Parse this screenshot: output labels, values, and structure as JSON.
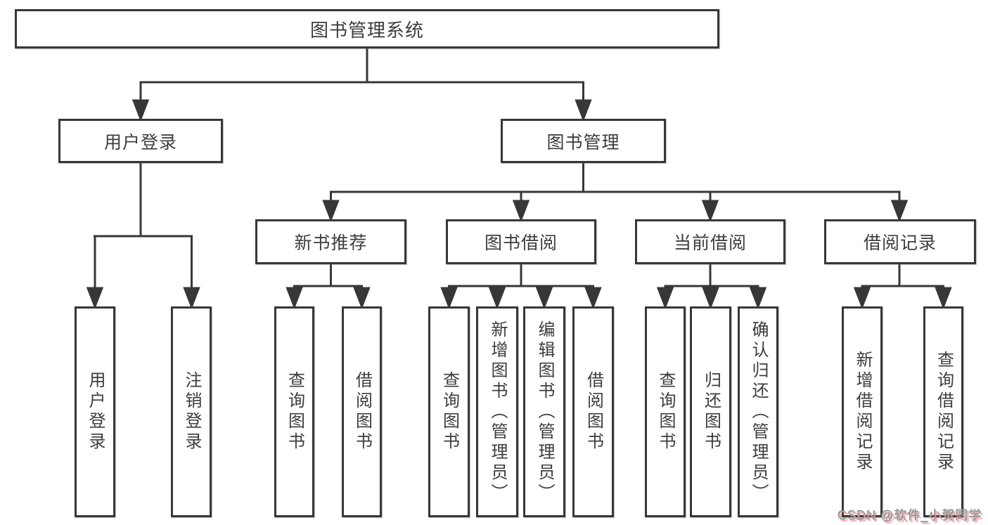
{
  "diagram": {
    "root": {
      "label": "图书管理系统"
    },
    "level2": [
      {
        "label": "用户登录"
      },
      {
        "label": "图书管理"
      }
    ],
    "level3": [
      {
        "label": "新书推荐"
      },
      {
        "label": "图书借阅"
      },
      {
        "label": "当前借阅"
      },
      {
        "label": "借阅记录"
      }
    ],
    "leaves": {
      "login": [
        "用户登录",
        "注销登录"
      ],
      "recommend": [
        "查询图书",
        "借阅图书"
      ],
      "borrow": [
        "查询图书",
        "新增图书（管理员）",
        "编辑图书（管理员）",
        "借阅图书"
      ],
      "current": [
        "查询图书",
        "归还图书",
        "确认归还（管理员）"
      ],
      "records": [
        "新增借阅记录",
        "查询借阅记录"
      ]
    },
    "colors": {
      "line": "#373737",
      "text": "#3d3d3d",
      "background": "#ffffff"
    }
  },
  "watermark": {
    "text": "CSDN @软件_小贺同学",
    "color": "#ababab",
    "shadow_color": "#fa4d58"
  }
}
